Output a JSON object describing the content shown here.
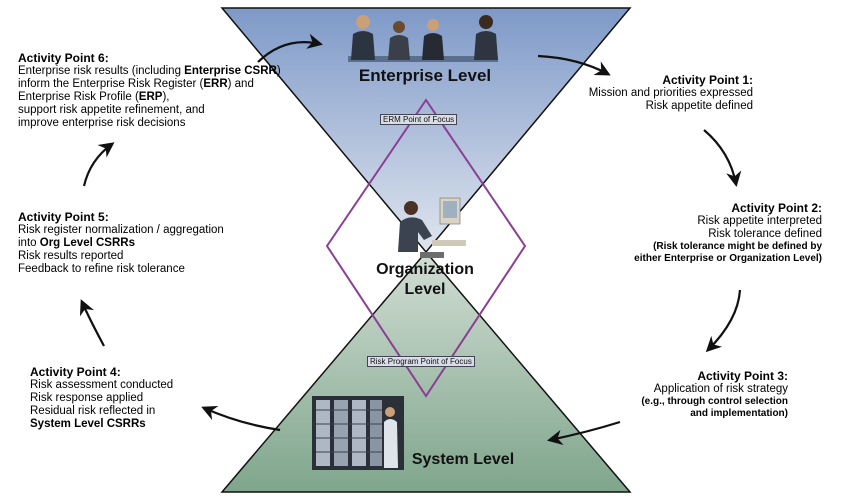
{
  "levels": {
    "enterprise": "Enterprise Level",
    "organization_line1": "Organization",
    "organization_line2": "Level",
    "system": "System Level"
  },
  "focus_labels": {
    "erm": "ERM Point of Focus",
    "risk_program": "Risk Program Point of Focus"
  },
  "activity_points": {
    "ap1": {
      "title": "Activity Point 1",
      "lines": [
        "Mission and priorities expressed",
        "Risk appetite defined"
      ]
    },
    "ap2": {
      "title": "Activity Point 2",
      "lines": [
        "Risk appetite interpreted",
        "Risk tolerance defined"
      ],
      "note": [
        "(Risk tolerance might be defined by",
        "either Enterprise or Organization Level)"
      ]
    },
    "ap3": {
      "title": "Activity Point 3",
      "lines": [
        "Application of risk strategy"
      ],
      "note": [
        "(e.g., through control selection",
        "and implementation)"
      ]
    },
    "ap4": {
      "title": "Activity Point 4",
      "lines": [
        "Risk assessment conducted",
        "Risk response applied",
        "Residual risk reflected in"
      ],
      "bold_line": "System Level CSRRs"
    },
    "ap5": {
      "title": "Activity Point 5",
      "line1": "Risk register normalization / aggregation",
      "line2_prefix": "into ",
      "line2_bold": "Org Level CSRRs",
      "lines": [
        "Risk results reported",
        "Feedback to refine risk tolerance"
      ]
    },
    "ap6": {
      "title": "Activity Point 6",
      "l1_prefix": "Enterprise risk results (including ",
      "l1_bold": "Enterprise CSRR",
      "l1_suffix": ")",
      "l2_prefix": "inform the Enterprise Risk Register (",
      "l2_bold": "ERR",
      "l2_suffix": ") and",
      "l3_prefix": "Enterprise Risk Profile (",
      "l3_bold": "ERP",
      "l3_suffix": "),",
      "lines": [
        "support risk appetite refinement, and",
        "improve enterprise risk decisions"
      ]
    },
    "colon": ":"
  },
  "colors": {
    "top_fill_start": "#7e99c8",
    "top_fill_end": "#dfe5ee",
    "bottom_fill_start": "#d2ded4",
    "bottom_fill_end": "#7fa58c",
    "diamond": "#8a3f94",
    "arrow": "#111111"
  },
  "icons": {
    "top": "meeting-people-icon",
    "middle": "computer-worker-icon",
    "bottom": "server-room-icon"
  }
}
